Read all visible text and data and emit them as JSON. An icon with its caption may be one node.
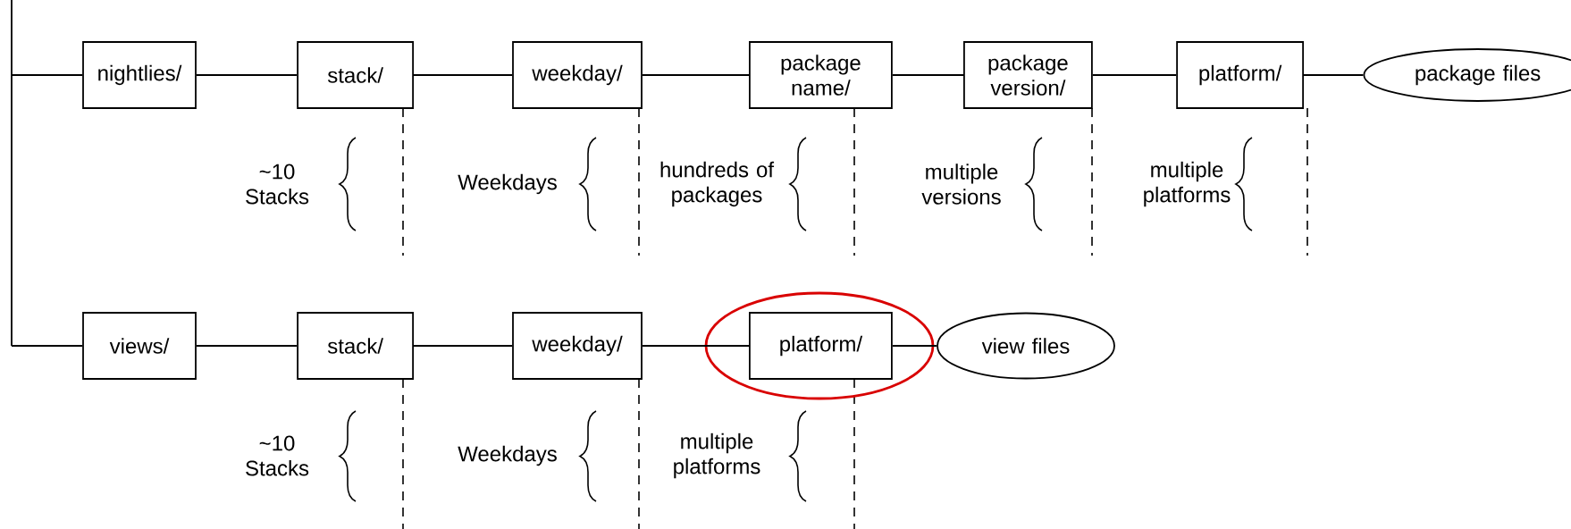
{
  "diagram": {
    "nodes": [
      {
        "text": [
          "nightlies/"
        ]
      },
      {
        "text": [
          "stack/"
        ]
      },
      {
        "text": [
          "weekday/"
        ]
      },
      {
        "text": [
          "package name/"
        ]
      },
      {
        "text": [
          "package version/"
        ]
      },
      {
        "text": [
          "platform/"
        ]
      },
      {
        "text": [
          "package files"
        ]
      },
      {
        "text": [
          "views/"
        ]
      },
      {
        "text": [
          "stack/"
        ]
      },
      {
        "text": [
          "weekday/"
        ]
      },
      {
        "text": [
          "platform/"
        ]
      },
      {
        "text": [
          "view files"
        ]
      }
    ],
    "edges": [
      {
        "from": null,
        "to": 0,
        "arrow": "none"
      },
      {
        "from": 0,
        "to": 1,
        "arrow": "none"
      },
      {
        "from": 1,
        "to": 2,
        "arrow": "none"
      },
      {
        "from": 2,
        "to": 3,
        "arrow": "none"
      },
      {
        "from": 3,
        "to": 4,
        "arrow": "none"
      },
      {
        "from": 4,
        "to": 5,
        "arrow": "none"
      },
      {
        "from": 5,
        "to": 6,
        "arrow": "none"
      },
      {
        "from": null,
        "to": 7,
        "arrow": "none"
      },
      {
        "from": 7,
        "to": 8,
        "arrow": "none"
      },
      {
        "from": 8,
        "to": 9,
        "arrow": "none"
      },
      {
        "from": 9,
        "to": 10,
        "arrow": "none"
      },
      {
        "from": 10,
        "to": 11,
        "arrow": "none"
      }
    ],
    "labels": [
      "~10 Stacks",
      "Weekdays",
      "hundreds of packages",
      "multiple versions",
      "multiple platforms",
      "~10 Stacks",
      "Weekdays",
      "multiple platforms"
    ]
  }
}
